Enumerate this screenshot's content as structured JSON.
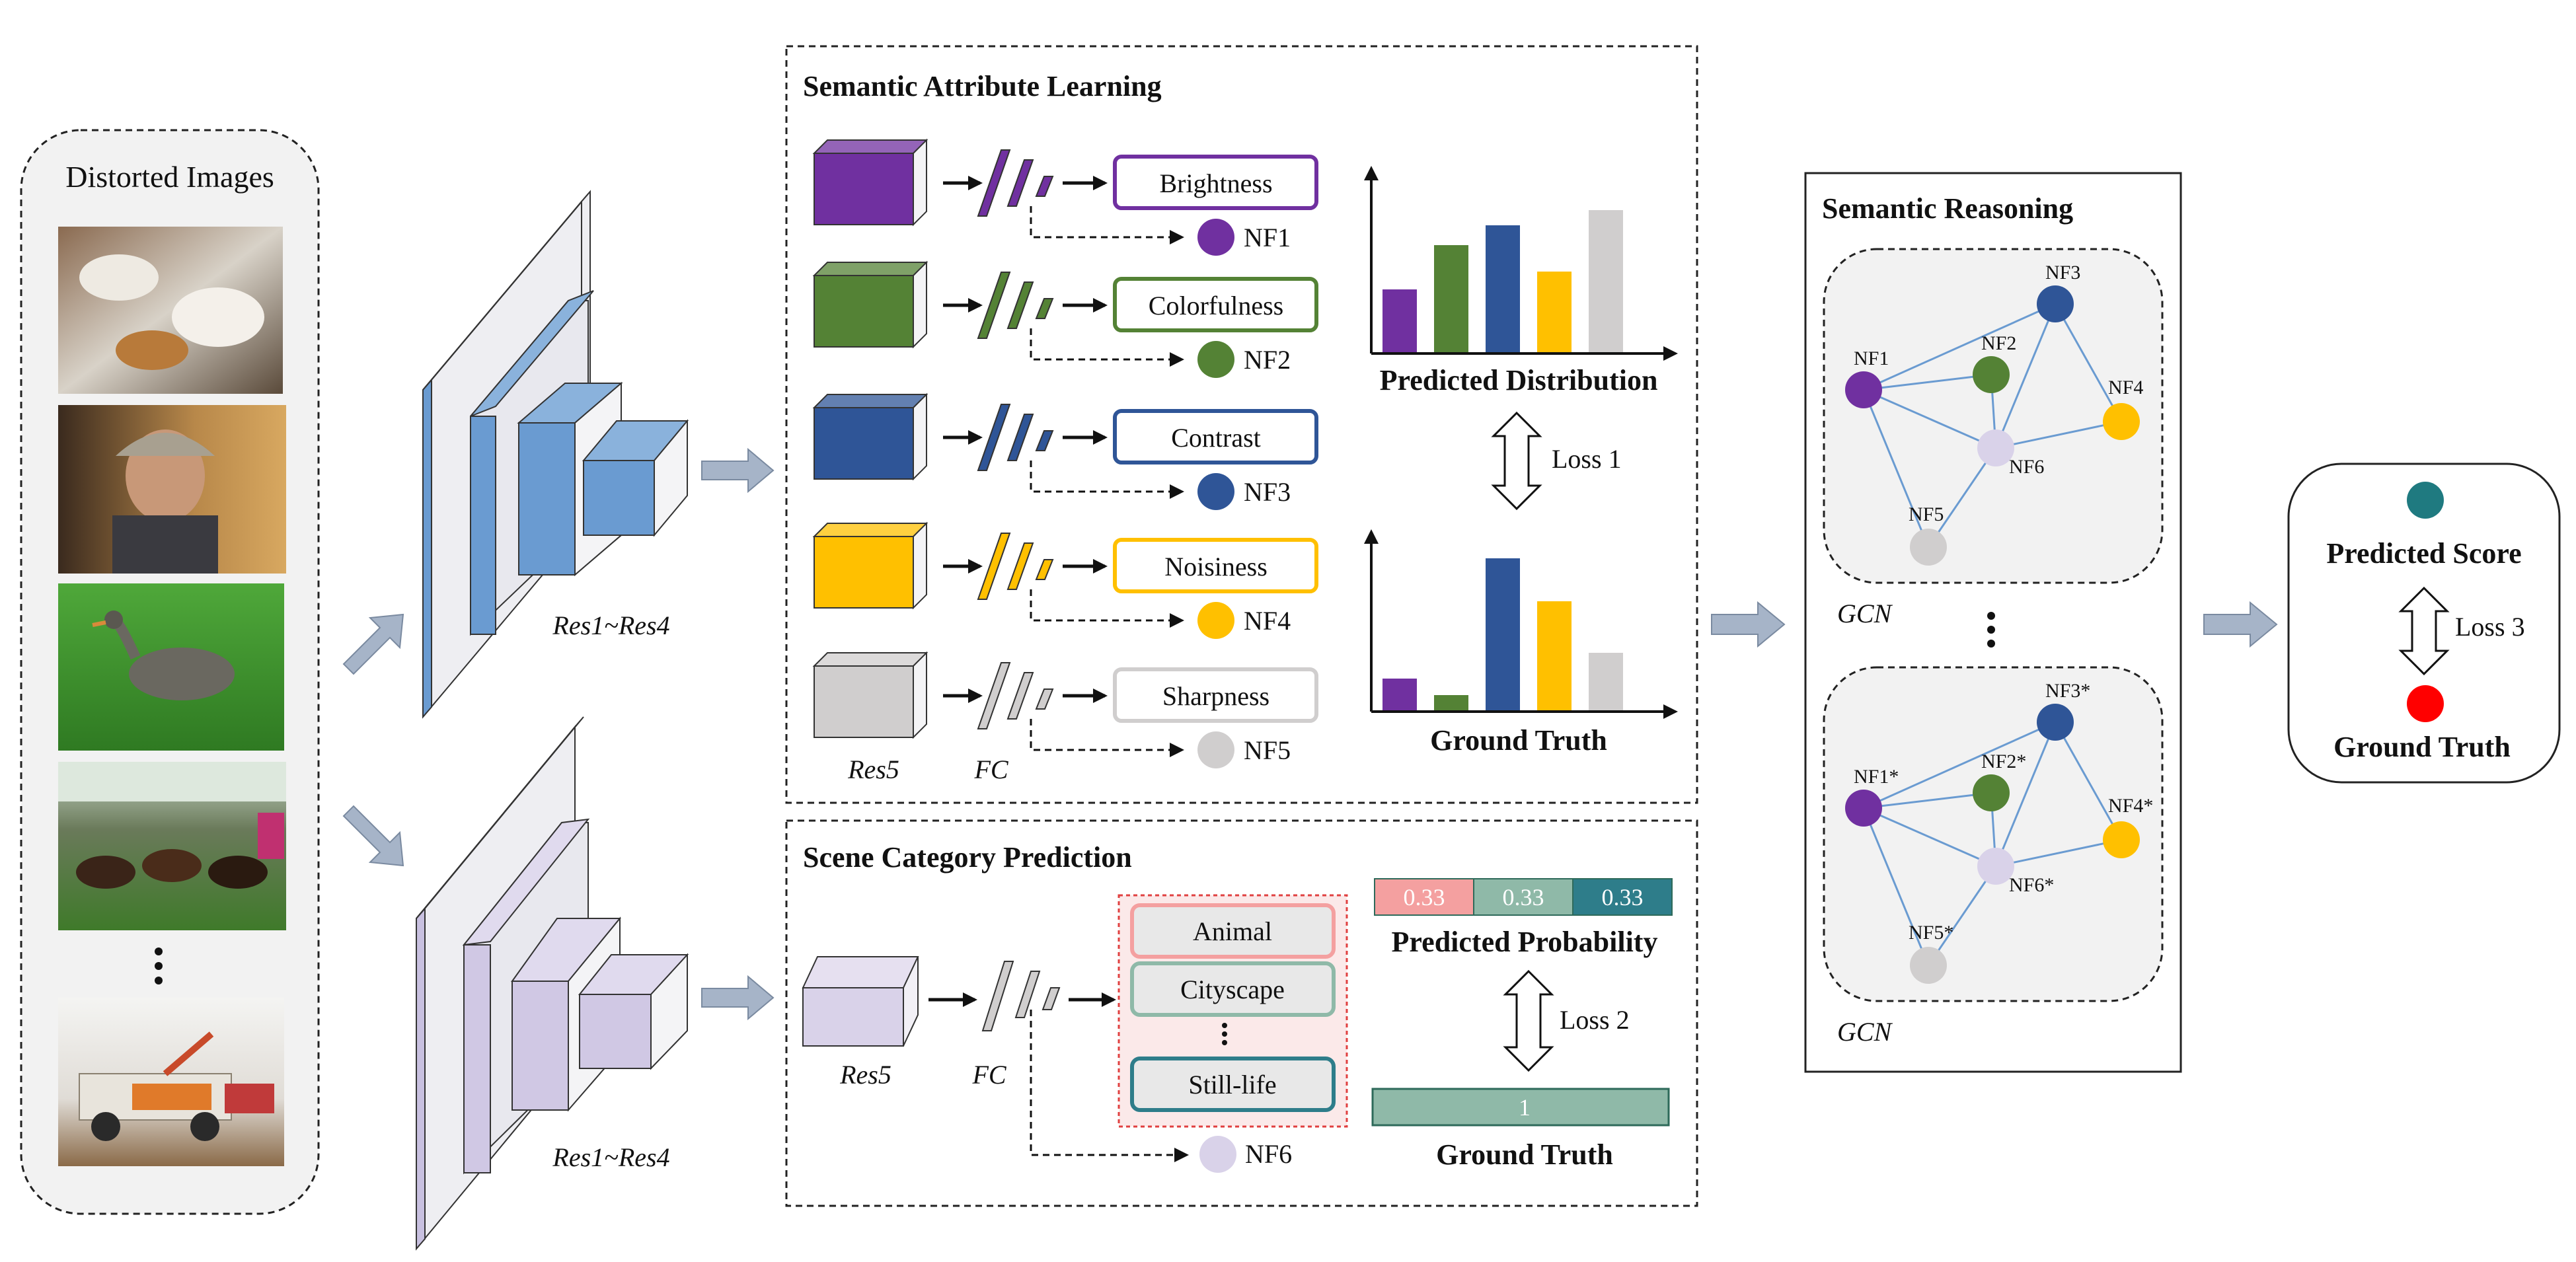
{
  "colors": {
    "purple": "#7030a0",
    "green": "#548235",
    "blue": "#2f5597",
    "yellow": "#ffc000",
    "gray": "#d0cece",
    "lavender": "#d9d2e9",
    "steel": "#6a9bd1",
    "teal_score": "#1f7a80",
    "red_truth": "#ff0000",
    "prob_red": "#f4a0a0",
    "prob_green": "#8fb9a8",
    "prob_teal": "#2e7d8a",
    "arrow_gray": "#a6b4c8"
  },
  "input_panel": {
    "title": "Distorted Images",
    "images": [
      {
        "icon": "food-photo"
      },
      {
        "icon": "elderly-man-photo"
      },
      {
        "icon": "goose-photo"
      },
      {
        "icon": "horse-race-photo"
      },
      {
        "icon": "truck-photo"
      }
    ]
  },
  "backbone": {
    "top_label": "Res1~Res4",
    "bottom_label": "Res1~Res4"
  },
  "attribute_panel": {
    "title": "Semantic Attribute Learning",
    "res_label": "Res5",
    "fc_label": "FC",
    "attributes": [
      {
        "label": "Brightness",
        "node": "NF1",
        "color": "#7030a0"
      },
      {
        "label": "Colorfulness",
        "node": "NF2",
        "color": "#548235"
      },
      {
        "label": "Contrast",
        "node": "NF3",
        "color": "#2f5597"
      },
      {
        "label": "Noisiness",
        "node": "NF4",
        "color": "#ffc000"
      },
      {
        "label": "Sharpness",
        "node": "NF5",
        "color": "#d0cece"
      }
    ],
    "predicted_label": "Predicted Distribution",
    "ground_truth_label": "Ground Truth",
    "loss_label": "Loss 1"
  },
  "scene_panel": {
    "title": "Scene Category Prediction",
    "res_label": "Res5",
    "fc_label": "FC",
    "categories": [
      "Animal",
      "Cityscape",
      "Still-life"
    ],
    "node": "NF6",
    "probabilities": [
      "0.33",
      "0.33",
      "0.33"
    ],
    "predicted_label": "Predicted Probability",
    "ground_truth_value": "1",
    "ground_truth_label": "Ground Truth",
    "loss_label": "Loss 2"
  },
  "reasoning_panel": {
    "title": "Semantic Reasoning",
    "gcn_label_top": "GCN",
    "gcn_label_bottom": "GCN",
    "top_nodes": [
      "NF1",
      "NF2",
      "NF3",
      "NF4",
      "NF5",
      "NF6"
    ],
    "bottom_nodes": [
      "NF1*",
      "NF2*",
      "NF3*",
      "NF4*",
      "NF5*",
      "NF6*"
    ]
  },
  "output_panel": {
    "predicted_label": "Predicted Score",
    "ground_truth_label": "Ground Truth",
    "loss_label": "Loss 3"
  }
}
